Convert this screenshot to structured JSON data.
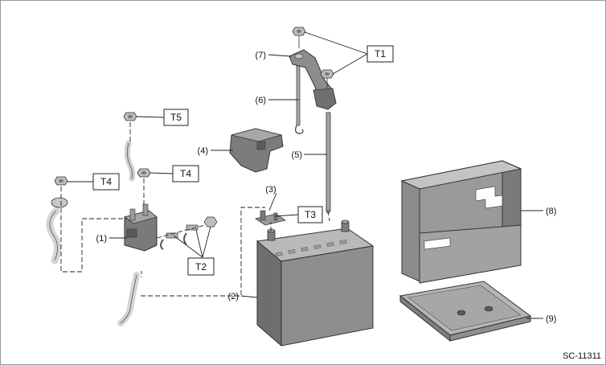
{
  "callouts": {
    "c1": "(1)",
    "c2": "(2)",
    "c3": "(3)",
    "c4": "(4)",
    "c5": "(5)",
    "c6": "(6)",
    "c7": "(7)",
    "c8": "(8)",
    "c9": "(9)"
  },
  "torque": {
    "t1": "T1",
    "t2": "T2",
    "t3": "T3",
    "t4a": "T4",
    "t4b": "T4",
    "t5": "T5"
  },
  "reference_code": "SC-11311",
  "colors": {
    "part_fill": "#8a8a8a",
    "part_light": "#b8b8b8",
    "part_dark": "#5c5c5c",
    "line": "#222222"
  }
}
